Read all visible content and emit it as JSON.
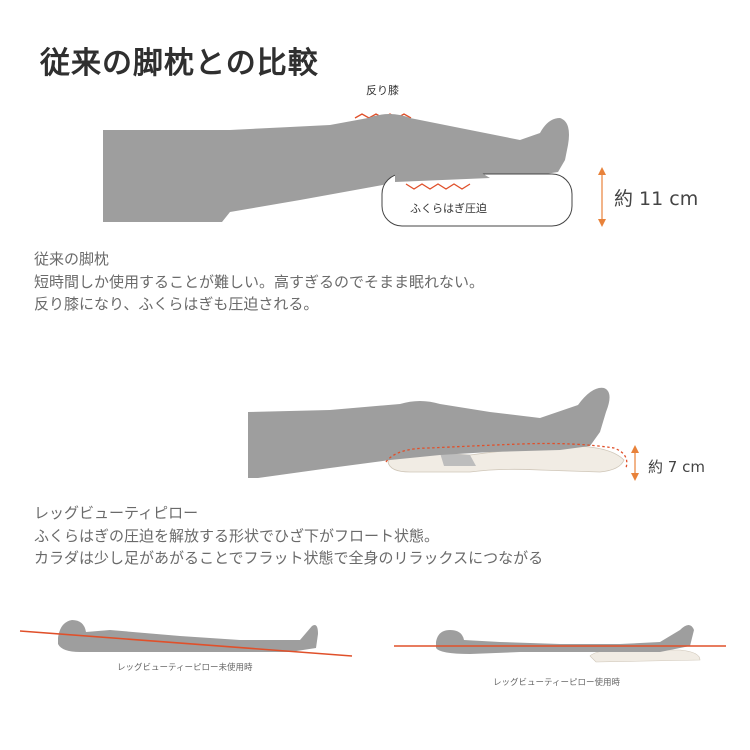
{
  "title": "従来の脚枕との比較",
  "conventional": {
    "knee_label": "反り膝",
    "calf_label": "ふくらはぎ圧迫",
    "height_label": "約 11 cm",
    "desc": [
      "従来の脚枕",
      "短時間しか使用することが難しい。高すぎるのでそまま眠れない。",
      "反り膝になり、ふくらはぎも圧迫される。"
    ]
  },
  "leg_beauty": {
    "height_label": "約 7 cm",
    "desc": [
      "レッグビューティピロー",
      "ふくらはぎの圧迫を解放する形状でひざ下がフロート状態。",
      "カラダは少し足があがることでフラット状態で全身のリラックスにつながる"
    ]
  },
  "captions": {
    "without": "レッグビューティーピロー未使用時",
    "with": "レッグビューティーピロー使用時"
  },
  "colors": {
    "silhouette": "#9e9e9e",
    "accent": "#e0502a",
    "arrow": "#e8823a",
    "title": "#2f2f2f"
  }
}
